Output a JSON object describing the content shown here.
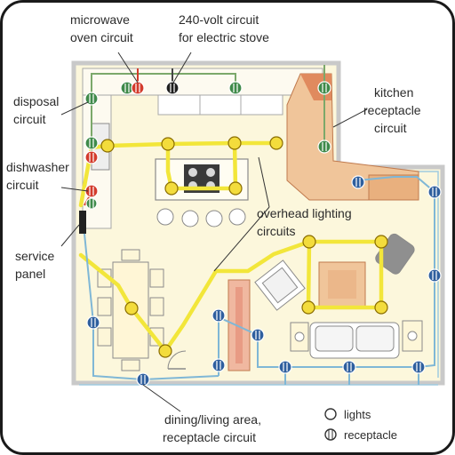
{
  "labels": {
    "microwave_l1": "microwave",
    "microwave_l2": "oven circuit",
    "stove_l1": "240-volt circuit",
    "stove_l2": "for electric stove",
    "disposal_l1": "disposal",
    "disposal_l2": "circuit",
    "dishwasher_l1": "dishwasher",
    "dishwasher_l2": "circuit",
    "service_l1": "service",
    "service_l2": "panel",
    "kitchen_l1": "kitchen",
    "kitchen_l2": "receptacle",
    "kitchen_l3": "circuit",
    "overhead_l1": "overhead lighting",
    "overhead_l2": "circuits",
    "dining_l1": "dining/living area,",
    "dining_l2": "receptacle circuit"
  },
  "legend": {
    "lights": "lights",
    "receptacle": "receptacle"
  },
  "colors": {
    "floor": "#fcf7dc",
    "wall": "#c9c9c9",
    "light_wire": "#f2e63a",
    "light_fill": "#f3dc3c",
    "receptacle_wire": "#7fb7d6",
    "receptacle_fill": "#2f5f9e",
    "kitchen_wire": "#7ba86a",
    "kitchen_fill": "#3f8a4a",
    "microwave_fill": "#d33b2c",
    "stove_fill": "#1f1f1f",
    "counter": "#f0c59a",
    "counter_dark": "#e08a5e",
    "furniture_fill": "#fdf6d8",
    "furniture_stroke": "#8a8a8a",
    "leader": "#333333"
  }
}
